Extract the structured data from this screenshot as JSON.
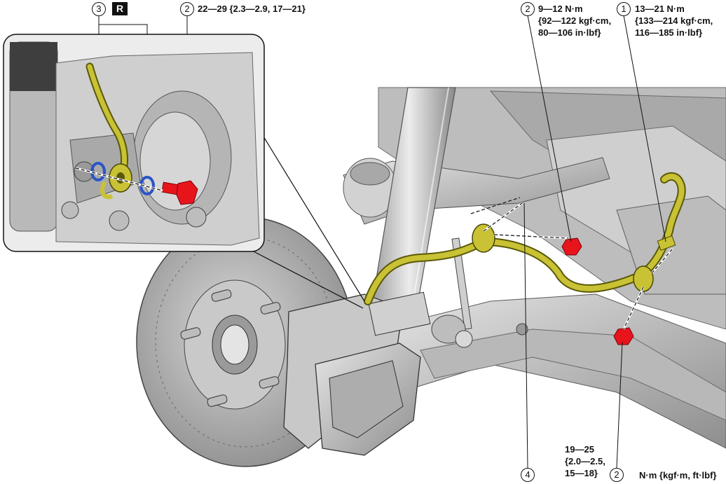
{
  "callouts": {
    "c1": "1",
    "c2_top": "2",
    "c2_mid": "2",
    "c2_bottom": "2",
    "c3": "3",
    "c4": "4"
  },
  "replace_badge": "R",
  "torques": {
    "inset_bolt": "22—29 {2.3—2.9, 17—21}",
    "upper_bolt": [
      "9—12 N·m",
      "{92—122 kgf·cm,",
      "80—106 in·lbf}"
    ],
    "bracket_bolt": [
      "13—21 N·m",
      "{133—214 kgf·cm,",
      "116—185 in·lbf}"
    ],
    "lower_bolt": [
      "19—25",
      "{2.0—2.5,",
      "15—18}"
    ]
  },
  "units_note": "N·m {kgf·m, ft·lbf}",
  "colors": {
    "hose": "#b5b01c",
    "bolt": "#e8141c",
    "washer": "#2a55c8",
    "metal_light": "#d4d4d4",
    "metal_dark": "#7d7d7d"
  }
}
